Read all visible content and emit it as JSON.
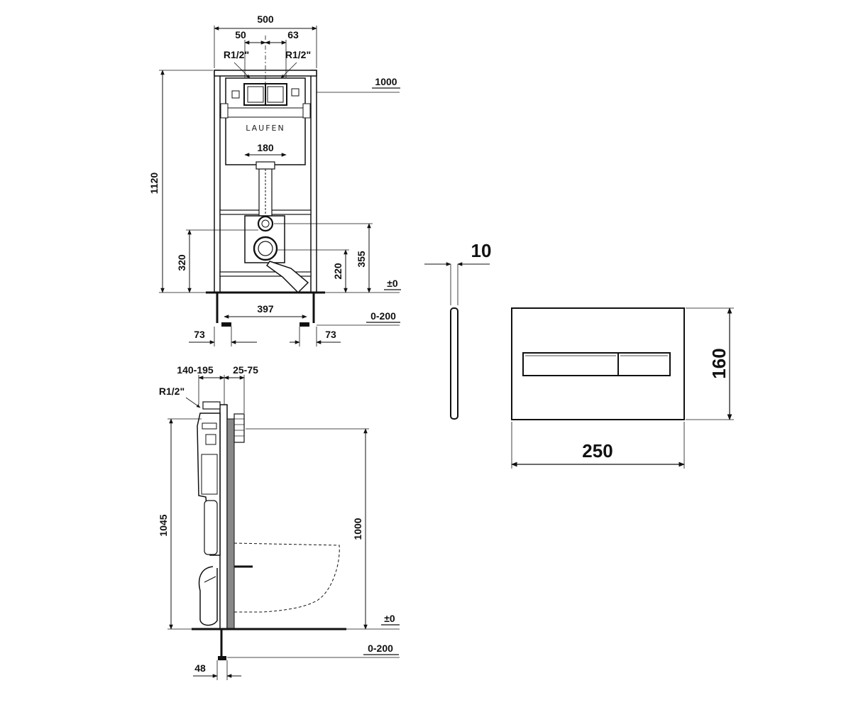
{
  "brand": {
    "logo_text": "LAUFEN"
  },
  "front_view": {
    "width_total": "500",
    "offset_left": "50",
    "offset_right": "63",
    "conn_left": "R1/2\"",
    "conn_right": "R1/2\"",
    "height_total": "1120",
    "inlet_height": "1000",
    "pipe_width": "180",
    "h_320": "320",
    "h_220": "220",
    "h_355": "355",
    "floor_ref": "±0",
    "feet_width": "397",
    "floor_adjust": "0-200",
    "foot_left": "73",
    "foot_right": "73"
  },
  "side_view": {
    "depth_a": "140-195",
    "depth_b": "25-75",
    "conn": "R1/2\"",
    "height_total": "1045",
    "height_1000": "1000",
    "floor_ref": "±0",
    "floor_adjust": "0-200",
    "foot_depth": "48"
  },
  "flush_plate": {
    "thickness": "10",
    "width": "250",
    "height": "160"
  }
}
